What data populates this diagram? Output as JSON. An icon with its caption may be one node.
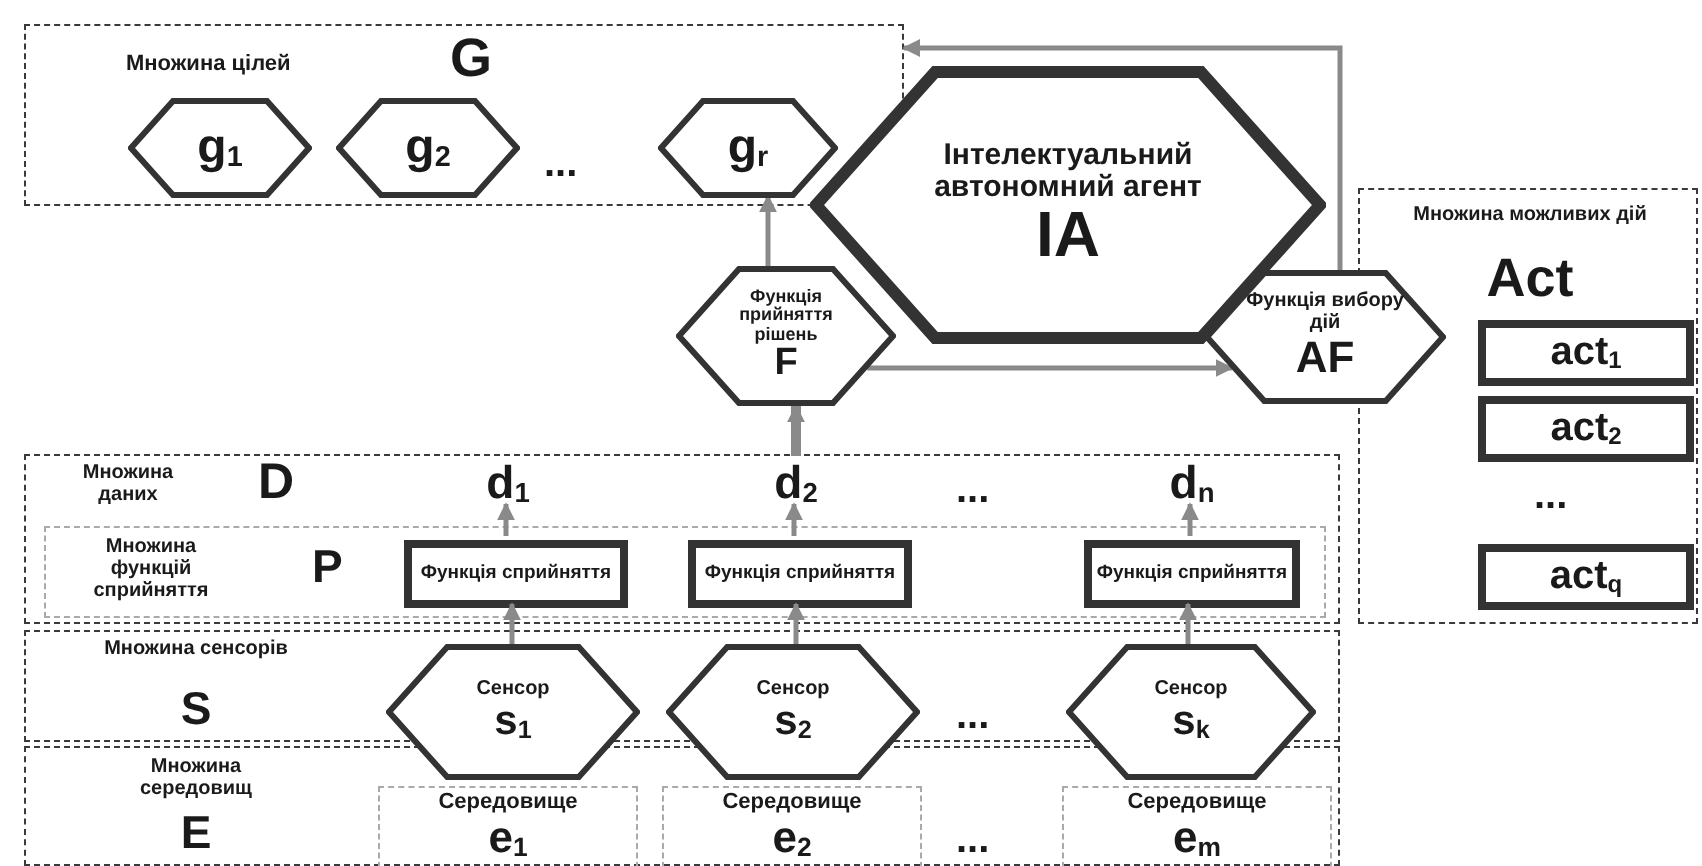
{
  "diagram": {
    "nodes": [
      {
        "text": [
          "Множина цілей",
          "G"
        ]
      },
      {
        "text": [
          "g$_{1}$"
        ],
        "in": 0
      },
      {
        "text": [
          "g$_{2}$"
        ],
        "in": 0
      },
      {
        "text": [
          "g$_{r}$"
        ],
        "in": 0
      },
      {
        "text": [
          "Інтелектуальний автономний агент",
          "IA"
        ]
      },
      {
        "text": [
          "Функція прийняття рішень",
          "F"
        ]
      },
      {
        "text": [
          "Функція вибору дій",
          "AF"
        ]
      },
      {
        "text": [
          "Множина можливих дій",
          "Act"
        ]
      },
      {
        "text": [
          "act$_{1}$"
        ],
        "in": 7
      },
      {
        "text": [
          "act$_{2}$"
        ],
        "in": 7
      },
      {
        "text": [
          "act$_{q}$"
        ],
        "in": 7
      },
      {
        "text": [
          "Множина даних",
          "D"
        ]
      },
      {
        "text": [
          "d$_{1}$"
        ],
        "in": 11
      },
      {
        "text": [
          "d$_{2}$"
        ],
        "in": 11
      },
      {
        "text": [
          "d$_{n}$"
        ],
        "in": 11
      },
      {
        "text": [
          "Множина функцій сприйняття",
          "P"
        ],
        "in": 11
      },
      {
        "text": [
          "Функція сприйняття"
        ],
        "in": 15
      },
      {
        "text": [
          "Функція сприйняття"
        ],
        "in": 15
      },
      {
        "text": [
          "Функція сприйняття"
        ],
        "in": 15
      },
      {
        "text": [
          "Множина сенсорів",
          "S"
        ]
      },
      {
        "text": [
          "Сенсор",
          "s$_{1}$"
        ]
      },
      {
        "text": [
          "Сенсор",
          "s$_{2}$"
        ]
      },
      {
        "text": [
          "Сенсор",
          "s$_{k}$"
        ]
      },
      {
        "text": [
          "Множина середовищ",
          "E"
        ]
      },
      {
        "text": [
          "Середовище",
          "e$_{1}$"
        ],
        "in": 23
      },
      {
        "text": [
          "Середовище",
          "e$_{2}$"
        ],
        "in": 23
      },
      {
        "text": [
          "Середовище",
          "e$_{m}$"
        ],
        "in": 23
      }
    ],
    "edges": [
      {
        "from": 5,
        "to": 3,
        "arrow": "to"
      },
      {
        "from": 13,
        "to": 5,
        "arrow": "to",
        "style": "thick"
      },
      {
        "from": 5,
        "to": 6,
        "arrow": "to"
      },
      {
        "from": 6,
        "to": 0,
        "arrow": "to"
      },
      {
        "from": 16,
        "to": 12,
        "arrow": "to"
      },
      {
        "from": 17,
        "to": 13,
        "arrow": "to"
      },
      {
        "from": 18,
        "to": 14,
        "arrow": "to"
      },
      {
        "from": 20,
        "to": 16,
        "arrow": "to"
      },
      {
        "from": 21,
        "to": 17,
        "arrow": "to"
      },
      {
        "from": 22,
        "to": 18,
        "arrow": "to"
      }
    ],
    "labels": [
      "...",
      "...",
      "...",
      "...",
      "..."
    ]
  }
}
